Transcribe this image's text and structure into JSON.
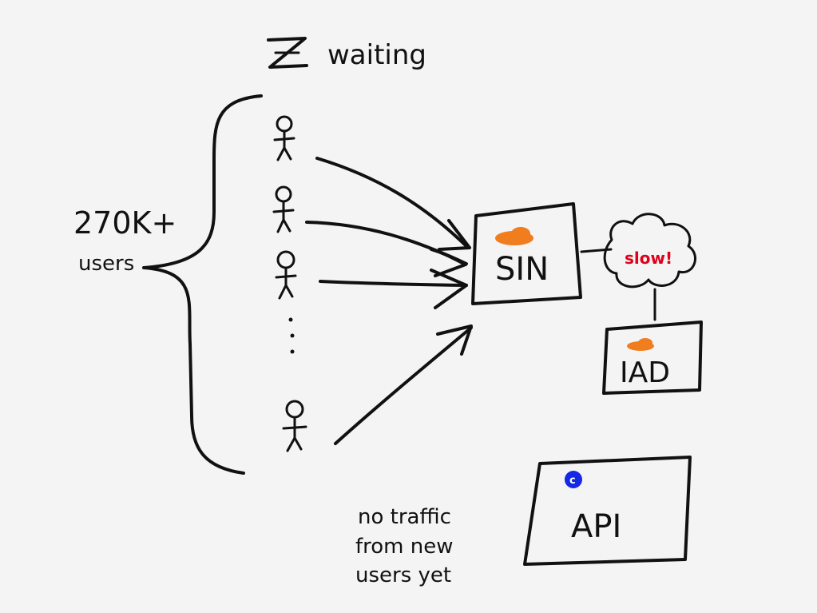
{
  "title": "waiting",
  "users": {
    "count": "270K+",
    "label": "users"
  },
  "nodes": {
    "sin": {
      "label": "SIN"
    },
    "iad": {
      "label": "IAD"
    },
    "api": {
      "label": "API",
      "badge": "c"
    }
  },
  "cloud": {
    "label": "slow!"
  },
  "note": {
    "lines": [
      "no traffic",
      "from new",
      "users yet"
    ]
  },
  "colors": {
    "ink": "#111111",
    "accent": "#f07d1e",
    "alert": "#e0001b",
    "badge": "#1428e6"
  }
}
